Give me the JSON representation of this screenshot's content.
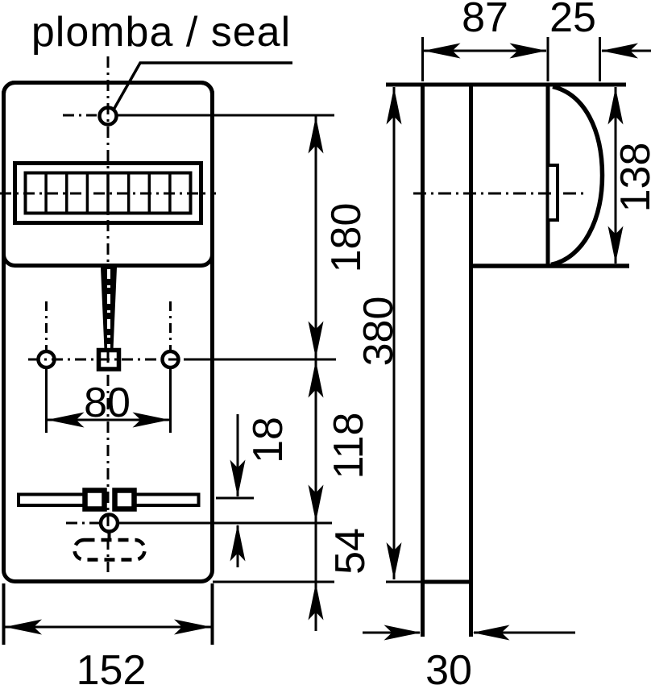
{
  "figure": {
    "type": "technical-drawing",
    "callout_label": "plomba / seal",
    "front_view": {
      "dim_seal_to_holes": "180",
      "dim_hole_span": "80",
      "dim_terminal_to_seal": "18",
      "dim_holes_to_lower_seal": "118",
      "dim_lower_seal_to_bottom": "54",
      "dim_width": "152"
    },
    "side_view": {
      "dim_plate_to_body": "87",
      "dim_body_front": "25",
      "dim_body_height": "138",
      "dim_total_height": "380",
      "dim_plate_thickness": "30"
    },
    "colors": {
      "ink": "#000000",
      "paper": "#ffffff"
    }
  }
}
